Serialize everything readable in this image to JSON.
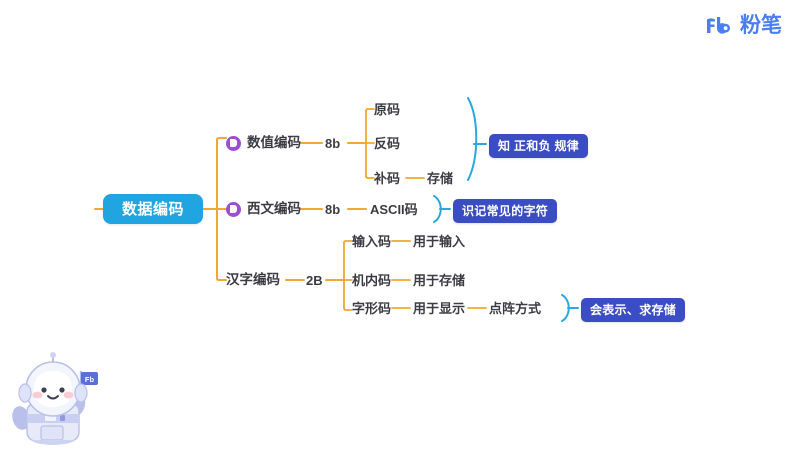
{
  "brand": {
    "name": "brand-logo",
    "mark": "fb-logo-icon",
    "text": "粉笔"
  },
  "mindmap": {
    "root": {
      "label": "数据编码"
    },
    "branches": [
      {
        "id": "numeric",
        "label": "数值编码",
        "icon": "purple-flag-icon",
        "bits": "8b",
        "children": [
          {
            "label": "原码",
            "detail": ""
          },
          {
            "label": "反码",
            "detail": ""
          },
          {
            "label": "补码",
            "detail": "存储"
          }
        ],
        "badge": "知 正和负 规律"
      },
      {
        "id": "western",
        "label": "西文编码",
        "icon": "purple-flag-icon",
        "bits": "8b",
        "children": [
          {
            "label": "ASCII码",
            "detail": ""
          }
        ],
        "badge": "识记常见的字符"
      },
      {
        "id": "chinese",
        "label": "汉字编码",
        "icon": "",
        "bits": "2B",
        "children": [
          {
            "label": "输入码",
            "detail": "用于输入",
            "detail2": ""
          },
          {
            "label": "机内码",
            "detail": "用于存储",
            "detail2": ""
          },
          {
            "label": "字形码",
            "detail": "用于显示",
            "detail2": "点阵方式"
          }
        ],
        "badge": "会表示、求存储"
      }
    ]
  },
  "mascot": {
    "name": "astronaut-mascot",
    "flag_label": "Fb"
  },
  "colors": {
    "root_fill": "#21a5e0",
    "connector_orange": "#f0a830",
    "connector_gray": "#d9d9dd",
    "brace_blue": "#29a8dd",
    "badge_fill": "#3b4dc4",
    "icon_purple": "#9b4fd0",
    "brand_blue": "#4c7ef3",
    "accent_green": "#7ed957"
  }
}
